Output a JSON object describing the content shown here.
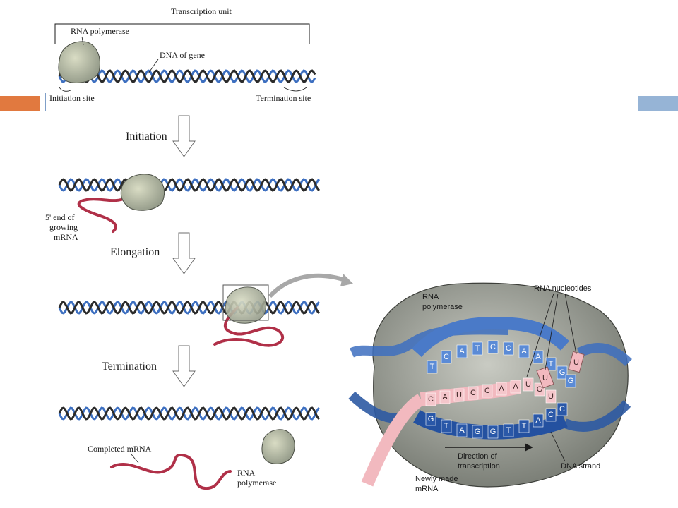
{
  "labels": {
    "transcription_unit": "Transcription unit",
    "rna_polymerase_top": "RNA polymerase",
    "dna_of_gene": "DNA of gene",
    "initiation_site": "Initiation site",
    "termination_site": "Termination site",
    "five_prime_end": [
      "5' end of",
      "growing",
      "mRNA"
    ],
    "completed_mrna": "Completed mRNA",
    "rna_polymerase_bottom": [
      "RNA",
      "polymerase"
    ]
  },
  "steps": {
    "initiation": "Initiation",
    "elongation": "Elongation",
    "termination": "Termination"
  },
  "inset": {
    "rna_polymerase": [
      "RNA",
      "polymerase"
    ],
    "rna_nucleotides": "RNA nucleotides",
    "direction": [
      "Direction of",
      "transcription"
    ],
    "dna_strand": "DNA strand",
    "newly_made": [
      "Newly made",
      "mRNA"
    ],
    "template_bases_top": [
      "T",
      "C",
      "A",
      "T",
      "C",
      "C",
      "A",
      "A",
      "T",
      "G",
      "G"
    ],
    "rna_bases": [
      "C",
      "A",
      "U",
      "C",
      "C",
      "A",
      "A",
      "U",
      "G",
      "U"
    ],
    "coding_bases_bottom": [
      "G",
      "T",
      "A",
      "G",
      "G",
      "T",
      "T",
      "A",
      "C",
      "C"
    ]
  },
  "colors": {
    "accent_orange": "#e1793f",
    "accent_blue": "#96b4d6",
    "dna_blue": "#3d6fc0",
    "dna_dark": "#2b2b2b",
    "rna_red": "#b03048",
    "rna_pink": "#f2b9bf",
    "polymerase_gray": "#8e9584",
    "polymerase_light": "#c7ccb2"
  }
}
